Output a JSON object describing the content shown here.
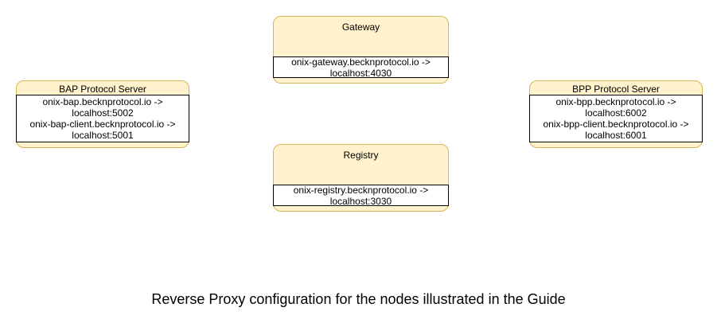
{
  "caption": "Reverse Proxy configuration for the nodes illustrated in the Guide",
  "colors": {
    "node_fill": "#fff2cc",
    "node_border": "#d6b656",
    "mapping_fill": "#ffffff",
    "mapping_border": "#000000",
    "text": "#000000",
    "background": "#ffffff"
  },
  "nodes": [
    {
      "id": "gateway",
      "title": "Gateway",
      "lines": [
        "onix-gateway.becknprotocol.io ->",
        "localhost:4030"
      ]
    },
    {
      "id": "bap-protocol-server",
      "title": "BAP Protocol Server",
      "lines": [
        "onix-bap.becknprotocol.io ->",
        "localhost:5002",
        "onix-bap-client.becknprotocol.io ->",
        "localhost:5001"
      ]
    },
    {
      "id": "bpp-protocol-server",
      "title": "BPP Protocol Server",
      "lines": [
        "onix-bpp.becknprotocol.io ->",
        "localhost:6002",
        "onix-bpp-client.becknprotocol.io ->",
        "localhost:6001"
      ]
    },
    {
      "id": "registry",
      "title": "Registry",
      "lines": [
        "onix-registry.becknprotocol.io ->",
        "localhost:3030"
      ]
    }
  ]
}
